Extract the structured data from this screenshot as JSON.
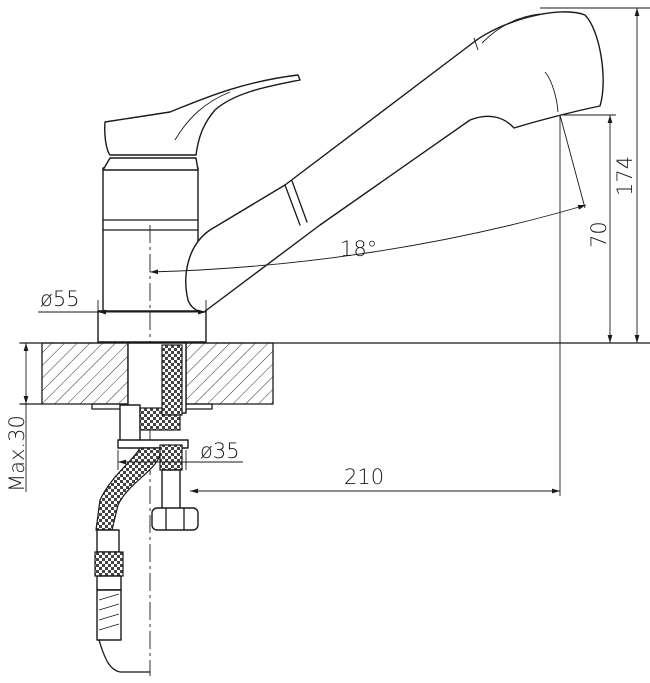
{
  "dimensions": {
    "height_total": "174",
    "height_spout": "70",
    "swivel_angle": "18°",
    "base_diameter": "ø55",
    "mount_diameter": "ø35",
    "reach": "210",
    "max_thickness": "Max.30"
  }
}
